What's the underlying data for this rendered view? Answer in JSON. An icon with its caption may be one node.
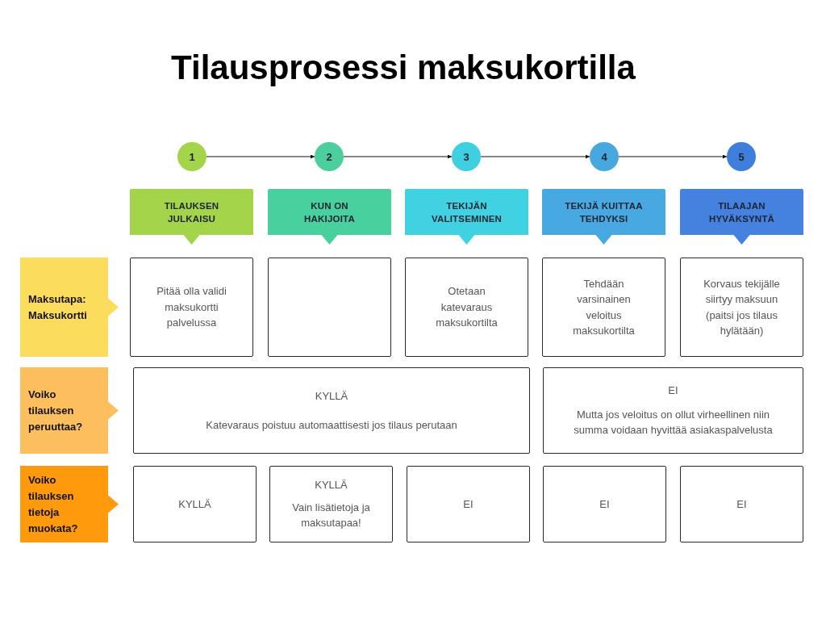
{
  "diagram": {
    "title": "Tilausprosessi maksukortilla",
    "nodes": [
      {
        "text": [
          "1"
        ]
      },
      {
        "text": [
          "2"
        ]
      },
      {
        "text": [
          "3"
        ]
      },
      {
        "text": [
          "4"
        ]
      },
      {
        "text": [
          "5"
        ]
      },
      {
        "text": [
          "TILAUKSEN JULKAISU"
        ]
      },
      {
        "text": [
          "KUN ON HAKIJOITA"
        ]
      },
      {
        "text": [
          "TEKIJÄN VALITSEMINEN"
        ]
      },
      {
        "text": [
          "TEKIJÄ KUITTAA TEHDYKSI"
        ]
      },
      {
        "text": [
          "TILAAJAN HYVÄKSYNTÄ"
        ]
      },
      {
        "text": [
          "Maksutapa: Maksukortti"
        ]
      },
      {
        "text": [
          "Pitää olla validi maksukortti palvelussa"
        ]
      },
      {
        "text": [],
        "shape": "box"
      },
      {
        "text": [
          "Otetaan katevaraus maksukortilta"
        ]
      },
      {
        "text": [
          "Tehdään varsinainen veloitus maksukortilta"
        ]
      },
      {
        "text": [
          "Korvaus tekijälle siirtyy maksuun (paitsi jos tilaus hylätään)"
        ]
      },
      {
        "text": [
          "Voiko tilauksen peruuttaa?"
        ]
      },
      {
        "text": [
          "KYLLÄ",
          "Katevaraus poistuu automaattisesti jos tilaus perutaan"
        ]
      },
      {
        "text": [
          "EI",
          "Mutta jos veloitus on ollut virheellinen niin summa voidaan hyvittää asiakaspalvelusta"
        ]
      },
      {
        "text": [
          "Voiko tilauksen tietoja muokata?"
        ]
      },
      {
        "text": [
          "KYLLÄ"
        ]
      },
      {
        "text": [
          "KYLLÄ",
          "Vain lisätietoja ja maksutapaa!"
        ]
      },
      {
        "text": [
          "EI"
        ]
      },
      {
        "text": [
          "EI"
        ]
      },
      {
        "text": [
          "EI"
        ]
      }
    ],
    "edges": [
      {
        "from": 0,
        "to": 1,
        "arrow": "to"
      },
      {
        "from": 1,
        "to": 2,
        "arrow": "to"
      },
      {
        "from": 2,
        "to": 3,
        "arrow": "to"
      },
      {
        "from": 3,
        "to": 4,
        "arrow": "to"
      }
    ]
  }
}
